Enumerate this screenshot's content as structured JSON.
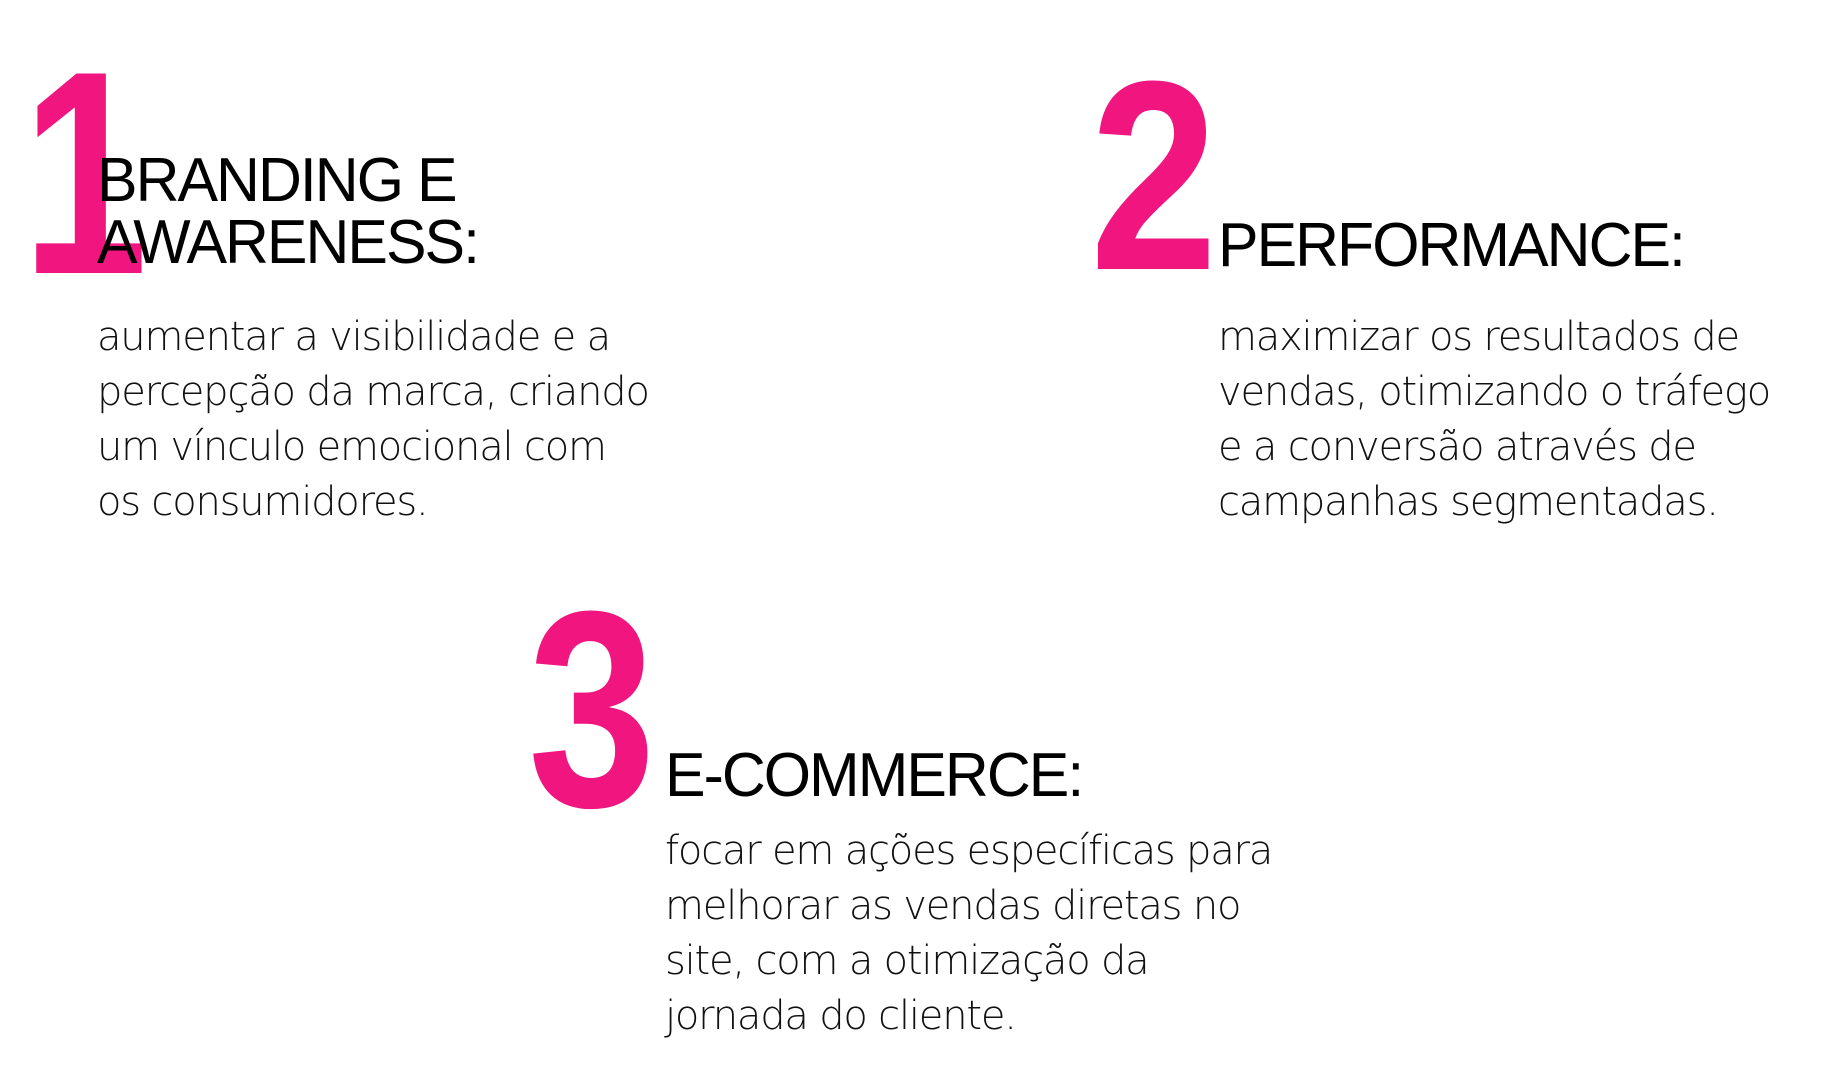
{
  "accent_color": "#f0157f",
  "items": [
    {
      "number": "1",
      "title_lines": [
        "BRANDING E",
        "AWARENESS:"
      ],
      "description_lines": [
        "aumentar a visibilidade e a",
        "percepção da marca, criando",
        "um vínculo emocional com",
        "os consumidores."
      ]
    },
    {
      "number": "2",
      "title_lines": [
        "PERFORMANCE:"
      ],
      "description_lines": [
        "maximizar os resultados de",
        "vendas, otimizando o tráfego",
        "e a conversão através de",
        "campanhas segmentadas."
      ]
    },
    {
      "number": "3",
      "title_lines": [
        "E-COMMERCE:"
      ],
      "description_lines": [
        "focar em ações específicas para",
        "melhorar as vendas diretas no",
        "site, com a otimização da",
        "jornada do cliente."
      ]
    }
  ]
}
